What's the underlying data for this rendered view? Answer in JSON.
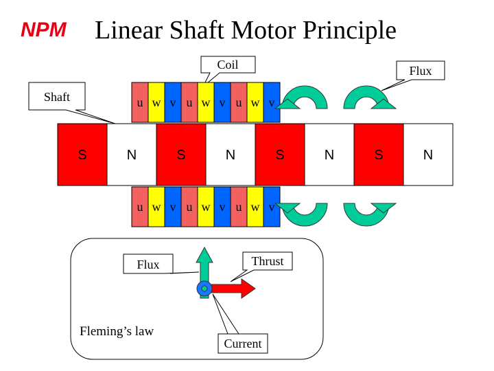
{
  "logo": {
    "text": "NPM",
    "color": "#e60012"
  },
  "title": "Linear Shaft Motor Principle",
  "callouts": {
    "coil": "Coil",
    "flux_top": "Flux",
    "shaft": "Shaft",
    "flux_inset": "Flux",
    "thrust": "Thrust",
    "current": "Current"
  },
  "shaft_poles": [
    "S",
    "N",
    "S",
    "N",
    "S",
    "N",
    "S",
    "N"
  ],
  "coil_phases": [
    "u",
    "w",
    "v",
    "u",
    "w",
    "v",
    "u",
    "w",
    "v"
  ],
  "fleming_label": "Fleming’s law",
  "colors": {
    "pole_s": "#ff0000",
    "pole_n": "#ffffff",
    "phase_u": "#f26060",
    "phase_w": "#ffff00",
    "phase_v": "#0066ff",
    "flux_arrow": "#00cc99",
    "thrust_arrow": "#ff0000",
    "current_marker": "#1a75ff"
  },
  "icons": {
    "flux_arrows": "curved-arrow-icon",
    "thrust": "arrow-right-icon",
    "flux": "arrow-up-icon",
    "current": "current-dot-icon"
  }
}
